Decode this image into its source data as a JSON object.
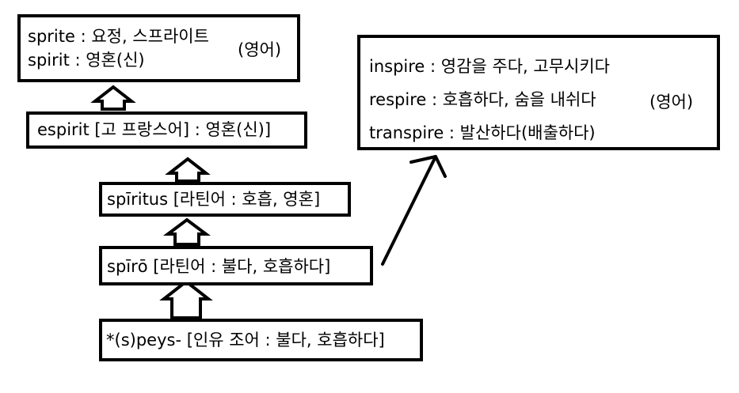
{
  "english_box": {
    "line1": "sprite : 요정, 스프라이트",
    "line2": "spirit : 영혼(신)",
    "language": "(영어)"
  },
  "old_french_box": {
    "text": "espirit [고 프랑스어] : 영혼(신)]"
  },
  "latin_noun_box": {
    "text": "spīritus [라틴어 : 호흡, 영혼]"
  },
  "latin_verb_box": {
    "text": "spīrō  [라틴어 : 불다, 호흡하다]"
  },
  "pie_root_box": {
    "text": "*(s)peys- [인유 조어 : 불다, 호흡하다]"
  },
  "derivatives_box": {
    "line1": "inspire : 영감을 주다, 고무시키다",
    "line2": "respire : 호흡하다, 숨을 내쉬다",
    "line3": "transpire : 발산하다(배출하다)",
    "language": "(영어)"
  },
  "colors": {
    "stroke": "#000000",
    "background": "#ffffff"
  }
}
